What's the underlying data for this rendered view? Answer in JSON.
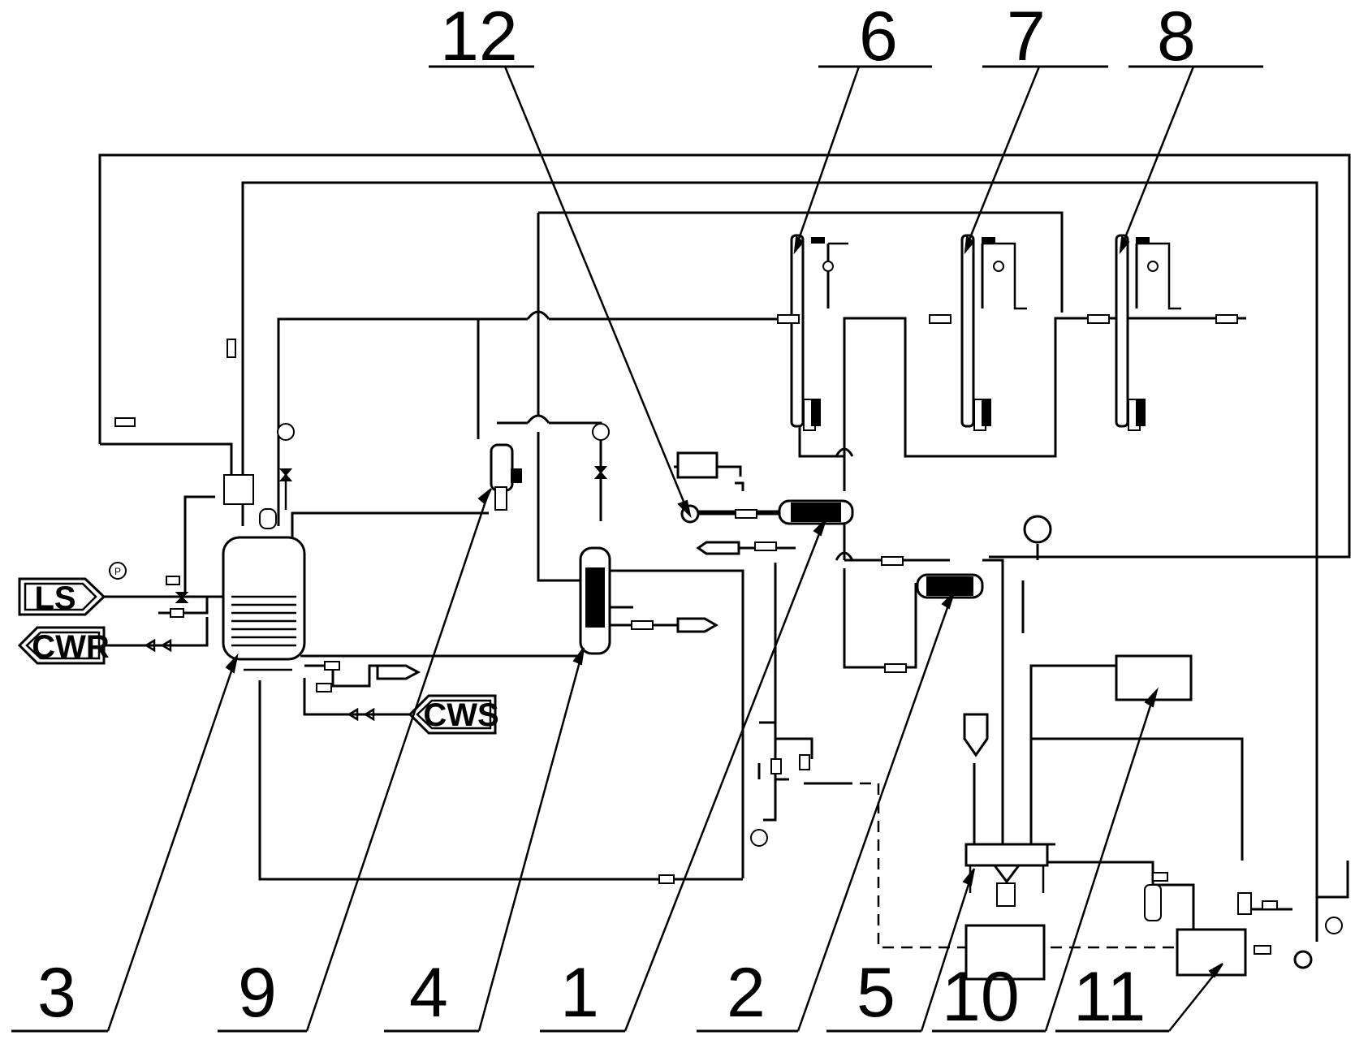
{
  "callouts": {
    "c1": "1",
    "c2": "2",
    "c3": "3",
    "c4": "4",
    "c5": "5",
    "c6": "6",
    "c7": "7",
    "c8": "8",
    "c9": "9",
    "c10": "10",
    "c11": "11",
    "c12": "12"
  },
  "streams": {
    "ls": "LS",
    "cwr": "CWR",
    "cws": "CWS"
  },
  "instruments": {
    "pressure": "P"
  }
}
